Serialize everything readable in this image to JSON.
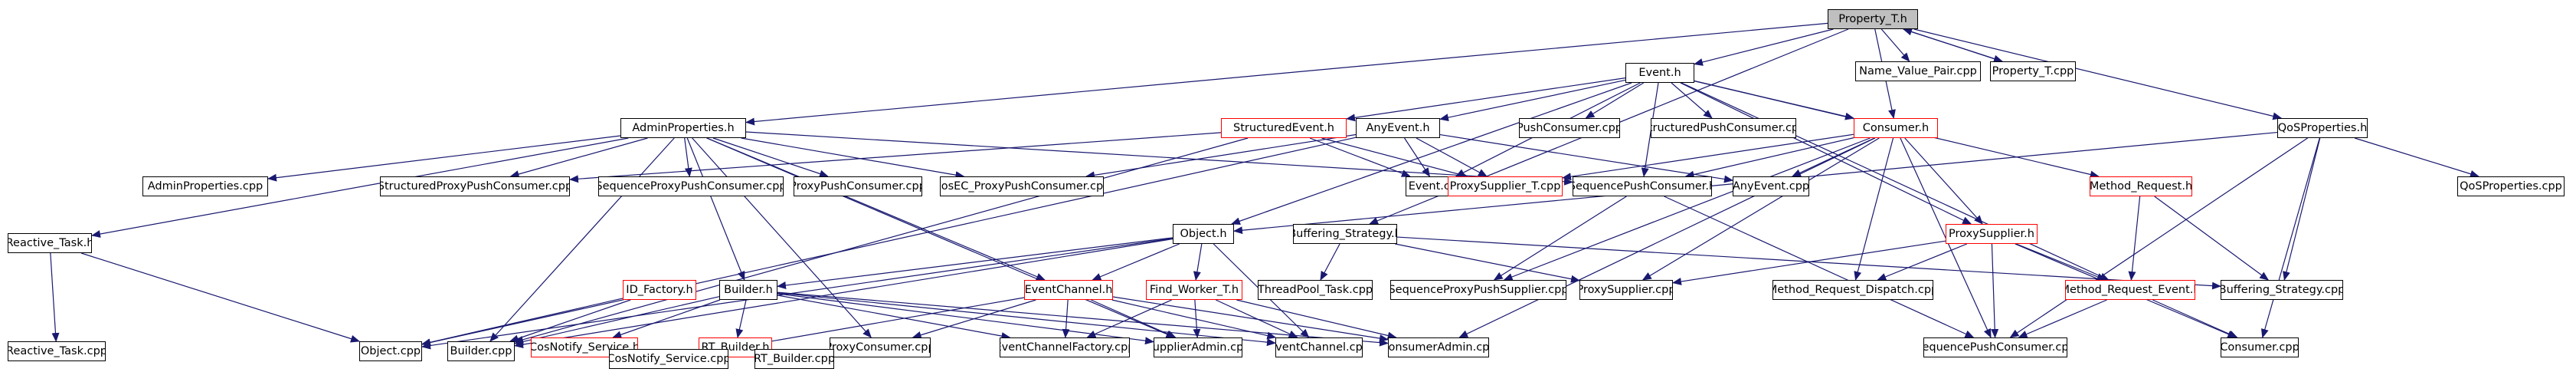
{
  "diagram": {
    "type": "include-dependency-graph",
    "edge_color": "#191970",
    "node_border_default": "#000000",
    "node_border_incomplete": "#ff0000",
    "root_fill": "#bfbfbf",
    "nodes": [
      {
        "id": "property_t_h",
        "label": "Property_T.h",
        "root": true
      },
      {
        "id": "name_value_pair_cpp",
        "label": "Name_Value_Pair.cpp"
      },
      {
        "id": "property_t_cpp",
        "label": "Property_T.cpp"
      },
      {
        "id": "event_h",
        "label": "Event.h"
      },
      {
        "id": "qosproperties_h",
        "label": "QoSProperties.h"
      },
      {
        "id": "adminproperties_h",
        "label": "AdminProperties.h"
      },
      {
        "id": "structuredevent_h",
        "label": "StructuredEvent.h",
        "incomplete": true
      },
      {
        "id": "anyevent_h",
        "label": "AnyEvent.h"
      },
      {
        "id": "pushconsumer_cpp",
        "label": "PushConsumer.cpp"
      },
      {
        "id": "structuredpushconsumer_cpp",
        "label": "StructuredPushConsumer.cpp"
      },
      {
        "id": "consumer_h",
        "label": "Consumer.h",
        "incomplete": true
      },
      {
        "id": "qosproperties_cpp",
        "label": "QoSProperties.cpp"
      },
      {
        "id": "adminproperties_cpp",
        "label": "AdminProperties.cpp"
      },
      {
        "id": "structuredproxypushconsumer_cpp",
        "label": "StructuredProxyPushConsumer.cpp"
      },
      {
        "id": "sequenceproxypushconsumer_cpp",
        "label": "SequenceProxyPushConsumer.cpp"
      },
      {
        "id": "proxypushconsumer_cpp",
        "label": "ProxyPushConsumer.cpp"
      },
      {
        "id": "cosec_proxypushconsumer_cpp",
        "label": "CosEC_ProxyPushConsumer.cpp"
      },
      {
        "id": "event_cpp",
        "label": "Event.cpp"
      },
      {
        "id": "proxysupplier_t_cpp",
        "label": "ProxySupplier_T.cpp",
        "incomplete": true
      },
      {
        "id": "sequencepushconsumer_h",
        "label": "SequencePushConsumer.h"
      },
      {
        "id": "anyevent_cpp",
        "label": "AnyEvent.cpp"
      },
      {
        "id": "method_request_h",
        "label": "Method_Request.h",
        "incomplete": true
      },
      {
        "id": "reactive_task_h",
        "label": "Reactive_Task.h"
      },
      {
        "id": "object_h",
        "label": "Object.h"
      },
      {
        "id": "buffering_strategy_h",
        "label": "Buffering_Strategy.h"
      },
      {
        "id": "proxysupplier_h",
        "label": "ProxySupplier.h",
        "incomplete": true
      },
      {
        "id": "id_factory_h",
        "label": "ID_Factory.h",
        "incomplete": true
      },
      {
        "id": "builder_h",
        "label": "Builder.h"
      },
      {
        "id": "eventchannel_h",
        "label": "EventChannel.h",
        "incomplete": true
      },
      {
        "id": "find_worker_t_h",
        "label": "Find_Worker_T.h",
        "incomplete": true
      },
      {
        "id": "threadpool_task_cpp",
        "label": "ThreadPool_Task.cpp"
      },
      {
        "id": "sequenceproxypushsupplier_cpp",
        "label": "SequenceProxyPushSupplier.cpp"
      },
      {
        "id": "proxysupplier_cpp",
        "label": "ProxySupplier.cpp"
      },
      {
        "id": "method_request_dispatch_cpp",
        "label": "Method_Request_Dispatch.cpp"
      },
      {
        "id": "method_request_event_h",
        "label": "Method_Request_Event.h",
        "incomplete": true
      },
      {
        "id": "buffering_strategy_cpp",
        "label": "Buffering_Strategy.cpp"
      },
      {
        "id": "reactive_task_cpp",
        "label": "Reactive_Task.cpp"
      },
      {
        "id": "object_cpp",
        "label": "Object.cpp"
      },
      {
        "id": "builder_cpp",
        "label": "Builder.cpp"
      },
      {
        "id": "cosnotify_service_h",
        "label": "CosNotify_Service.h",
        "incomplete": true
      },
      {
        "id": "rt_builder_h",
        "label": "RT_Builder.h",
        "incomplete": true
      },
      {
        "id": "proxyconsumer_cpp",
        "label": "ProxyConsumer.cpp"
      },
      {
        "id": "eventchannelfactory_cpp",
        "label": "EventChannelFactory.cpp"
      },
      {
        "id": "supplieradmin_cpp",
        "label": "SupplierAdmin.cpp"
      },
      {
        "id": "eventchannel_cpp",
        "label": "EventChannel.cpp"
      },
      {
        "id": "consumeradmin_cpp",
        "label": "ConsumerAdmin.cpp"
      },
      {
        "id": "sequencepushconsumer_cpp",
        "label": "SequencePushConsumer.cpp"
      },
      {
        "id": "consumer_cpp",
        "label": "Consumer.cpp"
      },
      {
        "id": "cosnotify_service_cpp",
        "label": "CosNotify_Service.cpp"
      },
      {
        "id": "rt_builder_cpp",
        "label": "RT_Builder.cpp"
      }
    ],
    "edges": [
      [
        "property_t_h",
        "name_value_pair_cpp"
      ],
      [
        "property_t_h",
        "property_t_cpp"
      ],
      [
        "property_t_h",
        "event_h"
      ],
      [
        "property_t_h",
        "qosproperties_h"
      ],
      [
        "property_t_h",
        "adminproperties_h"
      ],
      [
        "property_t_h",
        "consumer_h"
      ],
      [
        "property_t_h",
        "buffering_strategy_h"
      ],
      [
        "property_t_cpp",
        "property_t_h"
      ],
      [
        "event_h",
        "structuredevent_h"
      ],
      [
        "event_h",
        "anyevent_h"
      ],
      [
        "event_h",
        "pushconsumer_cpp"
      ],
      [
        "event_h",
        "structuredpushconsumer_cpp"
      ],
      [
        "event_h",
        "consumer_h"
      ],
      [
        "event_h",
        "event_cpp"
      ],
      [
        "event_h",
        "sequencepushconsumer_h"
      ],
      [
        "event_h",
        "proxysupplier_h"
      ],
      [
        "event_h",
        "method_request_h"
      ],
      [
        "event_h",
        "method_request_event_h"
      ],
      [
        "event_h",
        "object_h"
      ],
      [
        "qosproperties_h",
        "qosproperties_cpp"
      ],
      [
        "qosproperties_h",
        "object_h"
      ],
      [
        "qosproperties_h",
        "buffering_strategy_cpp"
      ],
      [
        "qosproperties_h",
        "sequencepushconsumer_cpp"
      ],
      [
        "qosproperties_h",
        "consumer_cpp"
      ],
      [
        "adminproperties_h",
        "adminproperties_cpp"
      ],
      [
        "adminproperties_h",
        "structuredproxypushconsumer_cpp"
      ],
      [
        "adminproperties_h",
        "sequenceproxypushconsumer_cpp"
      ],
      [
        "adminproperties_h",
        "proxypushconsumer_cpp"
      ],
      [
        "adminproperties_h",
        "cosec_proxypushconsumer_cpp"
      ],
      [
        "adminproperties_h",
        "sequencepushconsumer_h"
      ],
      [
        "adminproperties_h",
        "reactive_task_h"
      ],
      [
        "adminproperties_h",
        "builder_cpp"
      ],
      [
        "adminproperties_h",
        "eventchannel_h"
      ],
      [
        "adminproperties_h",
        "proxyconsumer_cpp"
      ],
      [
        "adminproperties_h",
        "supplieradmin_cpp"
      ],
      [
        "adminproperties_h",
        "builder_h"
      ],
      [
        "structuredevent_h",
        "structuredproxypushconsumer_cpp"
      ],
      [
        "structuredevent_h",
        "event_cpp"
      ],
      [
        "structuredevent_h",
        "proxysupplier_t_cpp"
      ],
      [
        "structuredevent_h",
        "builder_cpp"
      ],
      [
        "anyevent_h",
        "event_cpp"
      ],
      [
        "anyevent_h",
        "proxysupplier_t_cpp"
      ],
      [
        "anyevent_h",
        "anyevent_cpp"
      ],
      [
        "anyevent_h",
        "cosec_proxypushconsumer_cpp"
      ],
      [
        "anyevent_h",
        "object_cpp"
      ],
      [
        "consumer_h",
        "sequencepushconsumer_h"
      ],
      [
        "consumer_h",
        "anyevent_cpp"
      ],
      [
        "consumer_h",
        "proxysupplier_h"
      ],
      [
        "consumer_h",
        "method_request_dispatch_cpp"
      ],
      [
        "consumer_h",
        "sequenceproxypushsupplier_cpp"
      ],
      [
        "consumer_h",
        "proxysupplier_cpp"
      ],
      [
        "consumer_h",
        "sequencepushconsumer_cpp"
      ],
      [
        "consumer_h",
        "consumeradmin_cpp"
      ],
      [
        "consumer_h",
        "proxysupplier_t_cpp"
      ],
      [
        "sequencepushconsumer_h",
        "sequenceproxypushsupplier_cpp"
      ],
      [
        "sequencepushconsumer_h",
        "sequencepushconsumer_cpp"
      ],
      [
        "method_request_h",
        "method_request_event_h"
      ],
      [
        "method_request_h",
        "buffering_strategy_cpp"
      ],
      [
        "reactive_task_h",
        "reactive_task_cpp"
      ],
      [
        "reactive_task_h",
        "object_cpp"
      ],
      [
        "object_h",
        "object_cpp"
      ],
      [
        "object_h",
        "builder_cpp"
      ],
      [
        "object_h",
        "eventchannel_h"
      ],
      [
        "object_h",
        "find_worker_t_h"
      ],
      [
        "object_h",
        "builder_h"
      ],
      [
        "object_h",
        "eventchannel_cpp"
      ],
      [
        "buffering_strategy_h",
        "threadpool_task_cpp"
      ],
      [
        "buffering_strategy_h",
        "proxysupplier_cpp"
      ],
      [
        "buffering_strategy_h",
        "buffering_strategy_cpp"
      ],
      [
        "proxysupplier_h",
        "proxysupplier_cpp"
      ],
      [
        "proxysupplier_h",
        "method_request_dispatch_cpp"
      ],
      [
        "proxysupplier_h",
        "method_request_event_h"
      ],
      [
        "proxysupplier_h",
        "sequencepushconsumer_cpp"
      ],
      [
        "proxysupplier_h",
        "consumer_cpp"
      ],
      [
        "id_factory_h",
        "builder_cpp"
      ],
      [
        "id_factory_h",
        "object_cpp"
      ],
      [
        "builder_h",
        "builder_cpp"
      ],
      [
        "builder_h",
        "cosnotify_service_h"
      ],
      [
        "builder_h",
        "rt_builder_h"
      ],
      [
        "builder_h",
        "eventchannelfactory_cpp"
      ],
      [
        "builder_h",
        "supplieradmin_cpp"
      ],
      [
        "builder_h",
        "eventchannel_cpp"
      ],
      [
        "builder_h",
        "consumeradmin_cpp"
      ],
      [
        "eventchannel_h",
        "proxyconsumer_cpp"
      ],
      [
        "eventchannel_h",
        "eventchannelfactory_cpp"
      ],
      [
        "eventchannel_h",
        "supplieradmin_cpp"
      ],
      [
        "eventchannel_h",
        "eventchannel_cpp"
      ],
      [
        "eventchannel_h",
        "consumeradmin_cpp"
      ],
      [
        "eventchannel_h",
        "cosnotify_service_cpp"
      ],
      [
        "find_worker_t_h",
        "eventchannelfactory_cpp"
      ],
      [
        "find_worker_t_h",
        "supplieradmin_cpp"
      ],
      [
        "find_worker_t_h",
        "eventchannel_cpp"
      ],
      [
        "find_worker_t_h",
        "consumeradmin_cpp"
      ],
      [
        "method_request_event_h",
        "sequencepushconsumer_cpp"
      ],
      [
        "method_request_event_h",
        "consumer_cpp"
      ],
      [
        "cosnotify_service_h",
        "cosnotify_service_cpp"
      ],
      [
        "rt_builder_h",
        "rt_builder_cpp"
      ]
    ]
  }
}
